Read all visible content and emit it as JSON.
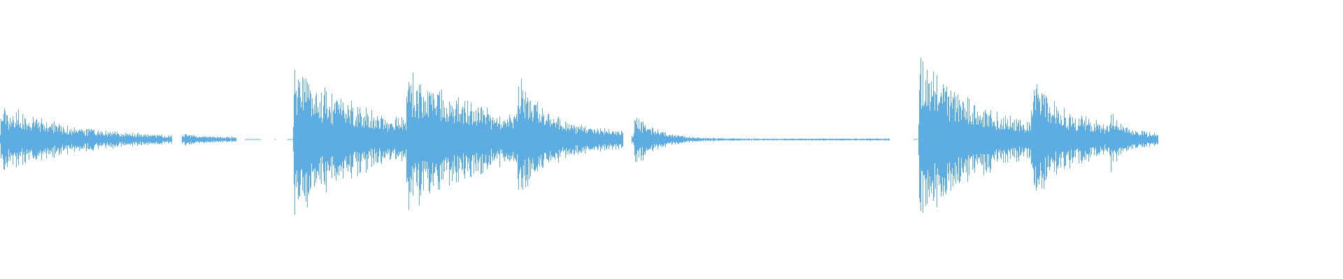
{
  "waveform": {
    "color": "#5dade2",
    "background": "#ffffff",
    "duration_fraction_end": 0.8625,
    "events": [
      {
        "onset": 0.0,
        "peak": 0.4,
        "decay": 0.05,
        "floor": 0.02,
        "floor_len": 0.13
      },
      {
        "onset": 0.137,
        "peak": 0.08,
        "decay": 0.01,
        "floor": 0.006,
        "floor_len": 0.03
      },
      {
        "onset": 0.218,
        "peak": 0.9,
        "decay": 0.06,
        "floor": 0.01,
        "floor_len": 0.08
      },
      {
        "onset": 0.302,
        "peak": 0.78,
        "decay": 0.08,
        "floor": 0.01,
        "floor_len": 0.083
      },
      {
        "onset": 0.385,
        "peak": 0.7,
        "decay": 0.03,
        "floor": 0.01,
        "floor_len": 0.07
      },
      {
        "onset": 0.472,
        "peak": 0.35,
        "decay": 0.015,
        "floor": 0.012,
        "floor_len": 0.19
      },
      {
        "onset": 0.684,
        "peak": 1.0,
        "decay": 0.05,
        "floor": 0.012,
        "floor_len": 0.083
      },
      {
        "onset": 0.767,
        "peak": 0.7,
        "decay": 0.04,
        "floor": 0.01,
        "floor_len": 0.06
      },
      {
        "onset": 0.826,
        "peak": 0.4,
        "decay": 0.012,
        "floor": 0.006,
        "floor_len": 0.034
      }
    ],
    "gaps": [
      [
        0.128,
        0.135
      ],
      [
        0.176,
        0.182
      ],
      [
        0.194,
        0.204
      ],
      [
        0.205,
        0.214
      ],
      [
        0.464,
        0.47
      ],
      [
        0.662,
        0.68
      ]
    ]
  }
}
